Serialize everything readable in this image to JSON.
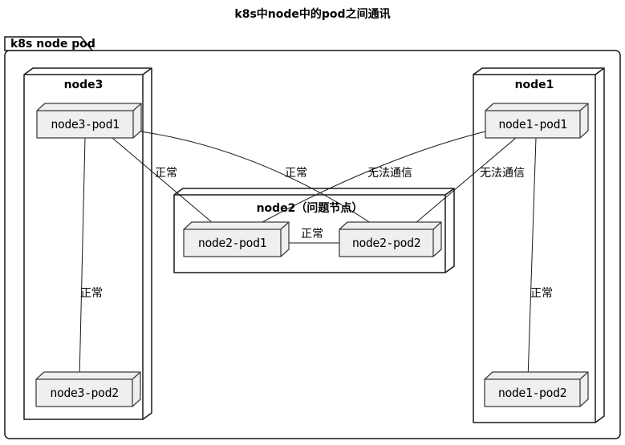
{
  "diagram": {
    "title": "k8s中node中的pod之间通讯",
    "type": "plantuml-component-diagram"
  },
  "frame": {
    "label": "k8s node pod"
  },
  "nodes": {
    "node3": {
      "title": "node3",
      "pods": [
        "node3-pod1",
        "node3-pod2"
      ]
    },
    "node2": {
      "title": "node2（问题节点）",
      "pods": [
        "node2-pod1",
        "node2-pod2"
      ]
    },
    "node1": {
      "title": "node1",
      "pods": [
        "node1-pod1",
        "node1-pod2"
      ]
    }
  },
  "edges": [
    {
      "from": "node3-pod1",
      "to": "node2-pod1",
      "label": "正常"
    },
    {
      "from": "node3-pod1",
      "to": "node2-pod2",
      "label": "正常"
    },
    {
      "from": "node1-pod1",
      "to": "node2-pod1",
      "label": "无法通信"
    },
    {
      "from": "node1-pod1",
      "to": "node2-pod2",
      "label": "无法通信"
    },
    {
      "from": "node3-pod1",
      "to": "node3-pod2",
      "label": "正常"
    },
    {
      "from": "node1-pod1",
      "to": "node1-pod2",
      "label": "正常"
    },
    {
      "from": "node2-pod1",
      "to": "node2-pod2",
      "label": "正常"
    }
  ],
  "colors": {
    "background": "#FFFFFF",
    "line": "#181818",
    "node_fill": "#FFFFFF",
    "pod_fill": "#EFEFEF",
    "text": "#000000"
  }
}
